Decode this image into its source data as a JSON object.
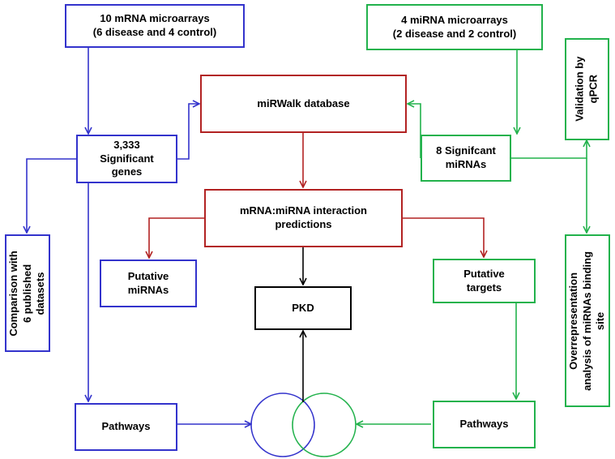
{
  "colors": {
    "blue": "#3333cc",
    "green": "#22b24c",
    "red": "#b22222",
    "black": "#000000"
  },
  "nodes": {
    "mrna_microarrays": {
      "line1": "10 mRNA microarrays",
      "line2": "(6 disease and 4 control)"
    },
    "mirna_microarrays": {
      "line1": "4 miRNA microarrays",
      "line2": "(2 disease and 2 control)"
    },
    "validation": {
      "line1": "Validation by",
      "line2": "qPCR"
    },
    "mirwalk": {
      "label": "miRWalk database"
    },
    "significant_genes": {
      "line1": "3,333",
      "line2": "Significant",
      "line3": "genes"
    },
    "significant_mirnas": {
      "line1": "8 Signifcant",
      "line2": "miRNAs"
    },
    "interaction": {
      "line1": "mRNA:miRNA interaction",
      "line2": "predictions"
    },
    "comparison": {
      "line1": "Comparison with",
      "line2": "6 published",
      "line3": "datasets"
    },
    "putative_mirnas": {
      "line1": "Putative",
      "line2": "miRNAs"
    },
    "putative_targets": {
      "line1": "Putative",
      "line2": "targets"
    },
    "pkd": {
      "label": "PKD"
    },
    "overrep": {
      "line1": "Overrepresentation",
      "line2": "analysis of miRNAs binding",
      "line3": "site"
    },
    "pathways_left": {
      "label": "Pathways"
    },
    "pathways_right": {
      "label": "Pathways"
    }
  }
}
